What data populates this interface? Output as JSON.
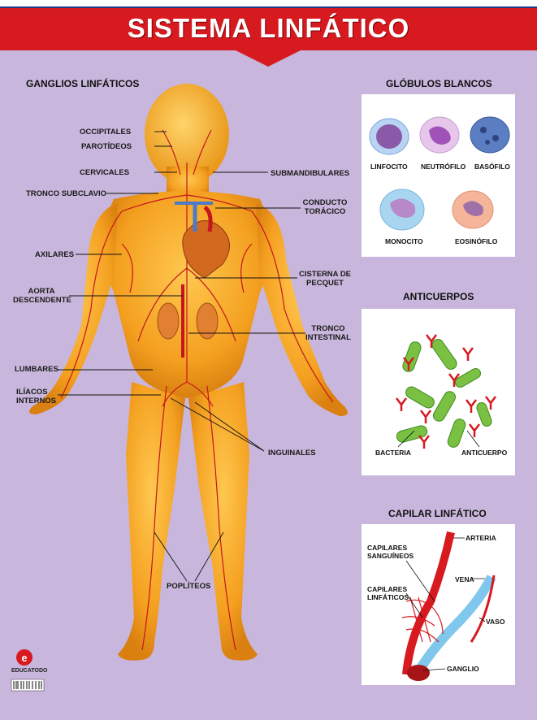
{
  "title": "SISTEMA LINFÁTICO",
  "colors": {
    "banner": "#d71920",
    "background": "#c9b6dc",
    "body": "#f5a623",
    "vessels": "#c4161c"
  },
  "ganglios": {
    "heading": "GANGLIOS LINFÁTICOS",
    "labels": {
      "occipitales": "OCCIPITALES",
      "parotideos": "PAROTÍDEOS",
      "cervicales": "CERVICALES",
      "submandibulares": "SUBMANDIBULARES",
      "tronco_subclavio": "TRONCO SUBCLAVIO",
      "conducto_toracico_1": "CONDUCTO",
      "conducto_toracico_2": "TORÁCICO",
      "axilares": "AXILARES",
      "cisterna_1": "CISTERNA DE",
      "cisterna_2": "PECQUET",
      "aorta_1": "AORTA",
      "aorta_2": "DESCENDENTE",
      "tronco_int_1": "TRONCO",
      "tronco_int_2": "INTESTINAL",
      "lumbares": "LUMBARES",
      "iliacos_1": "ILÍACOS",
      "iliacos_2": "INTERNOS",
      "inguinales": "INGUINALES",
      "popliteos": "POPLÍTEOS"
    }
  },
  "globulos": {
    "heading": "GLÓBULOS BLANCOS",
    "cells": {
      "linfocito": "LINFOCITO",
      "neutrofilo": "NEUTRÓFILO",
      "basofilo": "BASÓFILO",
      "monocito": "MONOCITO",
      "eosinofilo": "EOSINÓFILO"
    }
  },
  "anticuerpos": {
    "heading": "ANTICUERPOS",
    "bacteria": "BACTERIA",
    "anticuerpo": "ANTICUERPO"
  },
  "capilar": {
    "heading": "CAPILAR LINFÁTICO",
    "arteria": "ARTERIA",
    "cap_sang_1": "CAPILARES",
    "cap_sang_2": "SANGUÍNEOS",
    "vena": "VENA",
    "cap_linf_1": "CAPILARES",
    "cap_linf_2": "LINFÁTICOS",
    "vaso": "VASO",
    "ganglio": "GANGLIO"
  },
  "logo": {
    "brand": "EDUCATODO"
  }
}
